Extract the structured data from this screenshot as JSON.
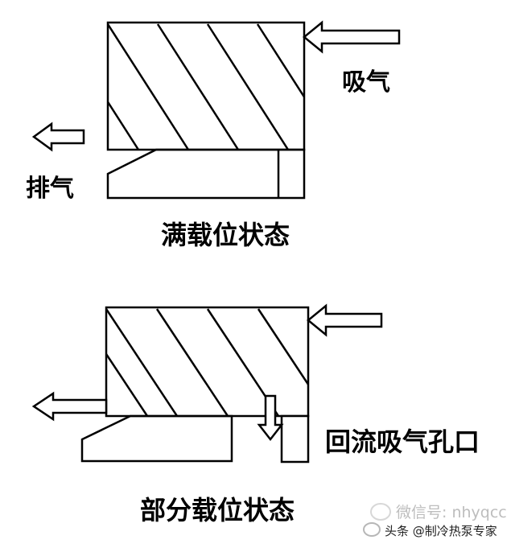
{
  "diagram_top": {
    "label_intake": "吸气",
    "label_exhaust": "排气",
    "caption": "满载位状态"
  },
  "diagram_bottom": {
    "label_return_port": "回流吸气孔口",
    "caption": "部分载位状态"
  },
  "watermark": {
    "wechat_text": "微信号: nhyqcc",
    "source_text": "头条 @制冷热泵专家"
  },
  "colors": {
    "stroke": "#000000",
    "background": "#ffffff",
    "watermark": "#bdbdbd"
  }
}
